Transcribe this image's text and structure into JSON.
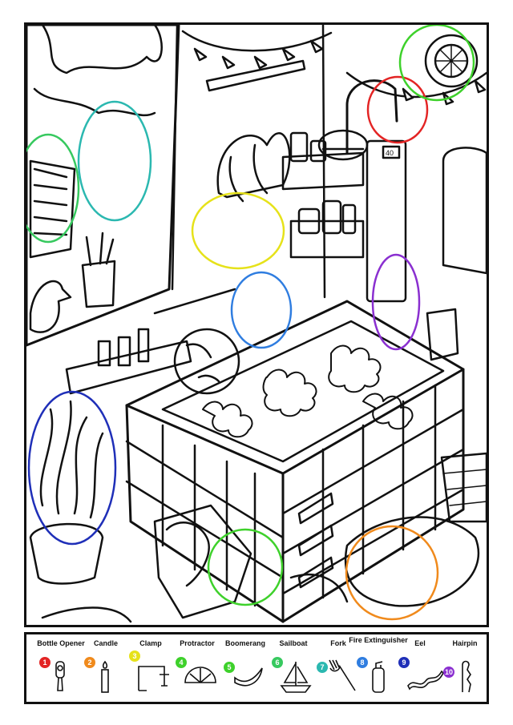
{
  "scene": {
    "thermometer_reading": "40"
  },
  "found_markers": [
    {
      "number": 1,
      "color": "#e32424"
    },
    {
      "number": 2,
      "color": "#f08a1c"
    },
    {
      "number": 3,
      "color": "#e6e21a"
    },
    {
      "number": 4,
      "color": "#3ed12b"
    },
    {
      "number": 5,
      "color": "#3ed12b"
    },
    {
      "number": 6,
      "color": "#37c95f"
    },
    {
      "number": 7,
      "color": "#2bb8b0"
    },
    {
      "number": 8,
      "color": "#2f7de0"
    },
    {
      "number": 9,
      "color": "#1f2fb8"
    },
    {
      "number": 10,
      "color": "#8a2fd0"
    }
  ],
  "legend": {
    "items": [
      {
        "number": "1",
        "label": "Bottle Opener",
        "color": "#e32424",
        "icon": "bottle-opener-icon"
      },
      {
        "number": "2",
        "label": "Candle",
        "color": "#f08a1c",
        "icon": "candle-icon"
      },
      {
        "number": "3",
        "label": "Clamp",
        "color": "#e6e21a",
        "icon": "clamp-icon"
      },
      {
        "number": "4",
        "label": "Protractor",
        "color": "#3ed12b",
        "icon": "protractor-icon"
      },
      {
        "number": "5",
        "label": "Boomerang",
        "color": "#3ed12b",
        "icon": "boomerang-icon"
      },
      {
        "number": "6",
        "label": "Sailboat",
        "color": "#37c95f",
        "icon": "sailboat-icon"
      },
      {
        "number": "7",
        "label": "Fork",
        "color": "#2bb8b0",
        "icon": "fork-icon"
      },
      {
        "number": "8",
        "label": "Fire Extinguisher",
        "color": "#2f7de0",
        "icon": "fire-extinguisher-icon"
      },
      {
        "number": "9",
        "label": "Eel",
        "color": "#1f2fb8",
        "icon": "eel-icon"
      },
      {
        "number": "10",
        "label": "Hairpin",
        "color": "#8a2fd0",
        "icon": "hairpin-icon"
      }
    ]
  }
}
